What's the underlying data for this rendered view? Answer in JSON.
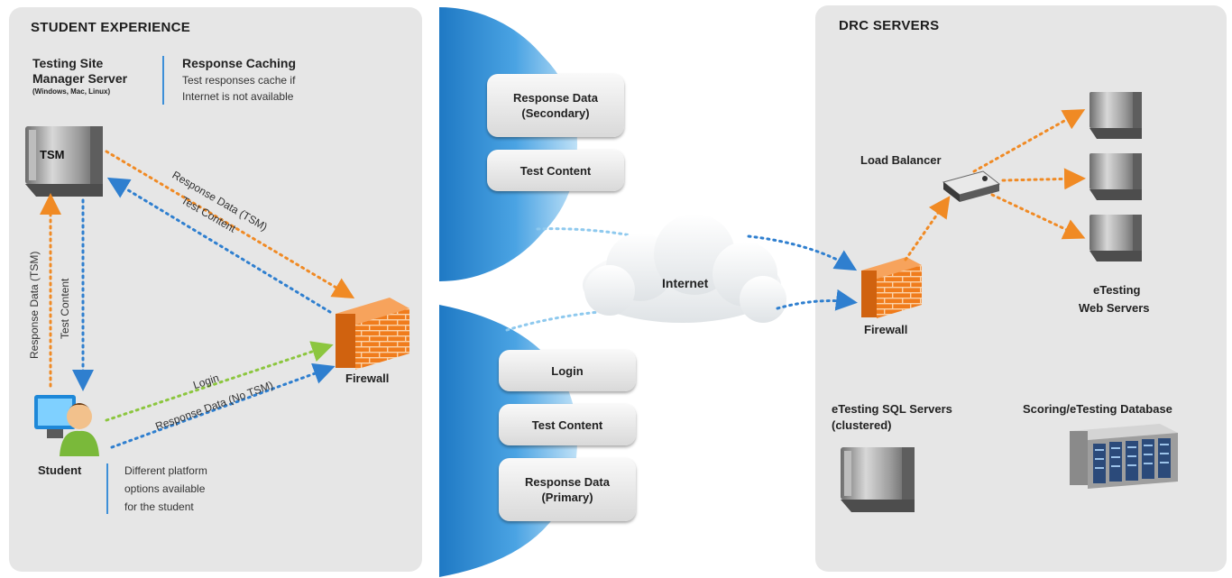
{
  "student_panel": {
    "title": "STUDENT EXPERIENCE",
    "tsm_title_1": "Testing Site",
    "tsm_title_2": "Manager Server",
    "tsm_platforms": "(Windows, Mac, Linux)",
    "caching_title": "Response Caching",
    "caching_desc_1": "Test responses cache if",
    "caching_desc_2": "Internet is not available",
    "tsm_label": "TSM",
    "student_label": "Student",
    "firewall_label": "Firewall",
    "platform_note_1": "Different platform",
    "platform_note_2": "options available",
    "platform_note_3": "for the student",
    "arrow_labels": {
      "response_tsm_diag": "Response Data (TSM)",
      "test_content_diag": "Test Content",
      "response_tsm_vert": "Response Data (TSM)",
      "test_content_vert": "Test Content",
      "login": "Login",
      "response_no_tsm": "Response Data (No TSM)"
    }
  },
  "middle": {
    "upper_buttons": [
      "Response Data\n(Secondary)",
      "Test Content"
    ],
    "lower_buttons": [
      "Login",
      "Test Content",
      "Response Data\n(Primary)"
    ],
    "internet_label": "Internet"
  },
  "drc_panel": {
    "title": "DRC SERVERS",
    "load_balancer": "Load Balancer",
    "firewall_label": "Firewall",
    "web_servers_1": "eTesting",
    "web_servers_2": "Web Servers",
    "sql_servers_1": "eTesting SQL Servers",
    "sql_servers_2": "(clustered)",
    "scoring_db": "Scoring/eTesting Database"
  },
  "colors": {
    "orange_arrow": "#f08a24",
    "blue_arrow": "#2f7fcf",
    "green_arrow": "#8cc63f",
    "panel_bg": "#e6e6e6",
    "cloud_blue": "#2f8fd5"
  },
  "icons": [
    "server-tower-icon",
    "firewall-brick-icon",
    "student-computer-icon",
    "cloud-icon",
    "load-balancer-icon",
    "database-rack-icon"
  ]
}
